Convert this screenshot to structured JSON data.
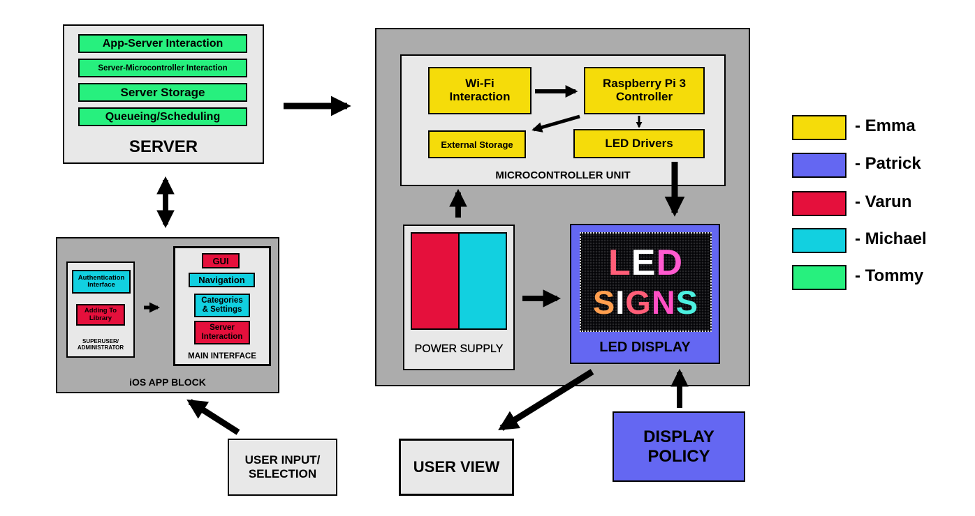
{
  "colors": {
    "emma": "#f5dc0a",
    "patrick": "#6467f2",
    "varun": "#e5103c",
    "michael": "#12d0e0",
    "tommy": "#27f07e",
    "light_grey": "#e8e8e8",
    "dark_grey": "#acacac"
  },
  "server": {
    "title": "SERVER",
    "items": [
      "App-Server Interaction",
      "Server-Microcontroller Interaction",
      "Server Storage",
      "Queueing/Scheduling"
    ]
  },
  "ios_app": {
    "title": "iOS APP BLOCK",
    "admin": {
      "label": "SUPERUSER/\nADMINISTRATOR",
      "auth": "Authentication\nInterface",
      "library": "Adding To\nLibrary"
    },
    "main": {
      "label": "MAIN INTERFACE",
      "gui": "GUI",
      "navigation": "Navigation",
      "categories": "Categories\n& Settings",
      "server_interaction": "Server\nInteraction"
    }
  },
  "mcu": {
    "label": "MICROCONTROLLER UNIT",
    "wifi": "Wi-Fi\nInteraction",
    "rpi": "Raspberry Pi 3\nController",
    "storage": "External Storage",
    "drivers": "LED Drivers"
  },
  "power": {
    "label": "POWER SUPPLY"
  },
  "led_display": {
    "label": "LED DISPLAY",
    "sign_line1": [
      "L",
      "E",
      "D"
    ],
    "sign_line2": [
      "S",
      "I",
      "G",
      "N",
      "S"
    ]
  },
  "user_input": {
    "label": "USER INPUT/\nSELECTION"
  },
  "user_view": {
    "label": "USER VIEW"
  },
  "display_policy": {
    "label": "DISPLAY\nPOLICY"
  },
  "legend": [
    {
      "name": "- Emma",
      "color": "#f5dc0a"
    },
    {
      "name": "- Patrick",
      "color": "#6467f2"
    },
    {
      "name": "- Varun",
      "color": "#e5103c"
    },
    {
      "name": "- Michael",
      "color": "#12d0e0"
    },
    {
      "name": "- Tommy",
      "color": "#27f07e"
    }
  ]
}
